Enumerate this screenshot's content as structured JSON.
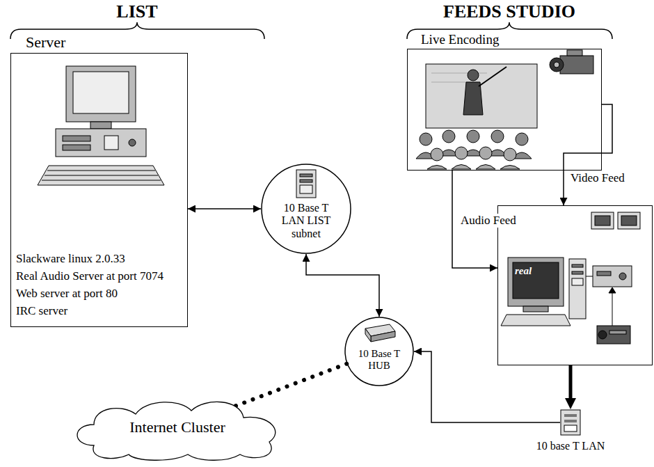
{
  "diagram": {
    "nodes": [
      {
        "text": [
          "Server",
          "Slackware linux 2.0.33",
          "Real Audio Server at port 7074",
          "Web server at port 80",
          "IRC server"
        ]
      },
      {
        "text": [
          "10 Base T LAN LIST subnet"
        ]
      },
      {
        "text": [
          "Live Encoding"
        ]
      },
      {
        "text": [
          "real"
        ]
      },
      {
        "text": [
          "10 Base T HUB"
        ]
      },
      {
        "text": [
          "10 base T LAN"
        ]
      },
      {
        "text": [
          "Internet Cluster"
        ]
      }
    ],
    "edges": [
      {
        "from": 0,
        "to": 1,
        "arrow": "both"
      },
      {
        "from": 2,
        "to": 3,
        "label": "Video Feed",
        "arrow": "to"
      },
      {
        "from": 2,
        "to": 3,
        "label": "Audio Feed",
        "arrow": "to"
      },
      {
        "from": 3,
        "to": 5,
        "arrow": "to"
      },
      {
        "from": 5,
        "to": 4,
        "arrow": "to"
      },
      {
        "from": 1,
        "to": 4,
        "arrow": "both"
      },
      {
        "from": 4,
        "to": 6,
        "arrow": "none"
      }
    ],
    "labels": [
      "LIST",
      "FEEDS STUDIO"
    ]
  }
}
